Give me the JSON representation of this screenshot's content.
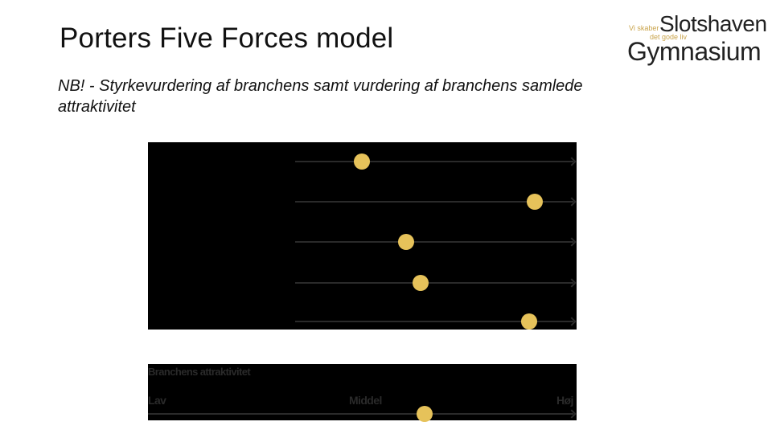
{
  "slide": {
    "title": "Porters Five Forces model",
    "subtitle": "NB! - Styrkevurdering af branchens samt vurdering af branchens samlede attraktivitet"
  },
  "logo": {
    "small_text_1": "Vi skaber",
    "small_text_2": "det gode liv",
    "line1": "Slotshaven",
    "line2": "Gymnasium"
  },
  "colors": {
    "marker": "#e6c25a",
    "panel": "#000000",
    "track": "#2a2a2a"
  },
  "forces": {
    "levels": [
      0.24,
      0.86,
      0.4,
      0.45,
      0.84
    ]
  },
  "attractiveness": {
    "heading": "Branchens attraktivitet",
    "low_label": "Lav",
    "mid_label": "Middel",
    "high_label": "Høj",
    "level": 0.65
  }
}
